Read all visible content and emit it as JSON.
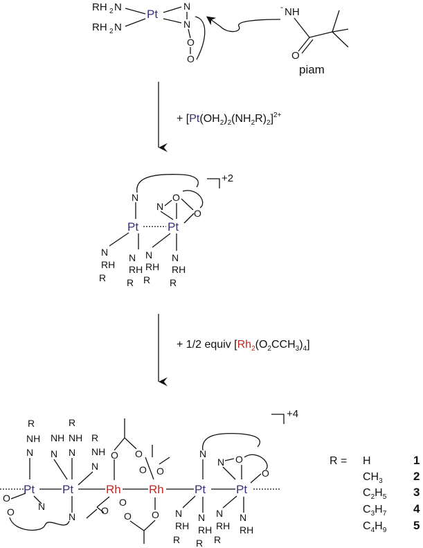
{
  "colors": {
    "pt": "#3d2b7a",
    "rh": "#c8261f",
    "ink": "#111111"
  },
  "piam": {
    "name": "piam",
    "charge": "-",
    "nh": "NH",
    "o": "O"
  },
  "step1": {
    "plus": "+ [",
    "pt": "Pt",
    "part1": "(OH",
    "sub1": "2",
    "part2": ")",
    "sub2": "2",
    "part3": "(NH",
    "sub3": "2",
    "part4": "R)",
    "sub4": "2",
    "part5": "]",
    "sup": "2+"
  },
  "step2": {
    "plus": "+ 1/2 equiv  [",
    "rh": "Rh",
    "sub1": "2",
    "part1": "(O",
    "sub2": "2",
    "part2": "CCH",
    "sub3": "3",
    "part3": ")",
    "sub4": "4",
    "part4": "]"
  },
  "charges": {
    "dimer": "+2",
    "tetramer": "+4"
  },
  "legend": {
    "r_eq": "R =",
    "rows": [
      {
        "sub": "H",
        "num": "1"
      },
      {
        "sub": "CH3",
        "num": "2"
      },
      {
        "sub": "C2H5",
        "num": "3"
      },
      {
        "sub": "C3H7",
        "num": "4"
      },
      {
        "sub": "C4H9",
        "num": "5"
      }
    ]
  },
  "labels": {
    "pt": "Pt",
    "rh": "Rh",
    "n": "N",
    "o": "O",
    "r": "R",
    "rh2n": "RH",
    "nh": "NH",
    "two": "2"
  }
}
